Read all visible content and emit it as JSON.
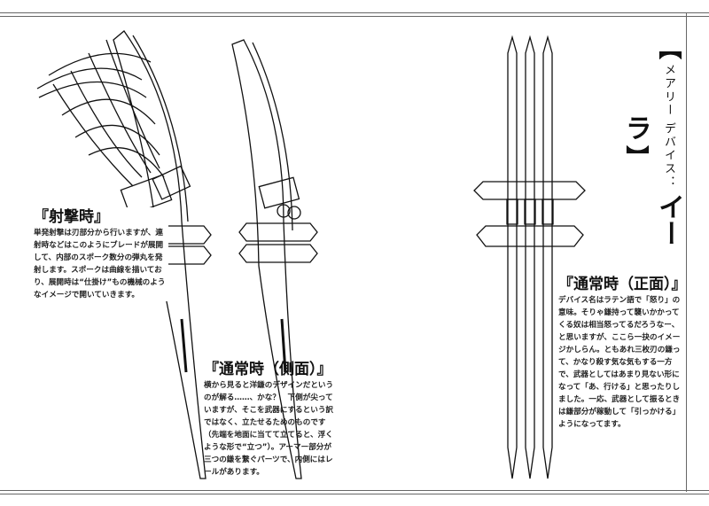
{
  "header": {
    "bracket_open": "【",
    "subtitle": "メアリー デバイス：",
    "name": "イーラ",
    "bracket_close": "】"
  },
  "sections": {
    "firing": {
      "title": "『射撃時』",
      "body": "単発射撃は刃部分から行いますが、連射時などはこのようにブレードが展開して、内部のスポーク数分の弾丸を発射します。スポークは曲線を描いており、展開時は“仕掛け”もの機械のようなイメージで開いていきます。"
    },
    "side": {
      "title": "『通常時（側面）』",
      "body": "横から見ると洋鎌のデザインだというのが解る……、かな？　下側が尖っていますが、そこを武器にするという訳ではなく、立たせるためのものです（先端を地面に当てて立てると、浮くような形で“立つ”）。アーマー部分が三つの鎌を繋ぐパーツで、内側にはレールがあります。"
    },
    "front": {
      "title": "『通常時（正面）』",
      "body": "デバイス名はラテン語で「怒り」の意味。そりゃ鎌持って襲いかかってくる奴は相当怒ってるだろうなー、と思いますが、ここら一抉のイメージかしらん。ともあれ三枚刃の鎌って、かなり殺す気な気もする一方で、武器としてはあまり見ない形になって「あ、行ける」と思ったりしました。一応、武器として振るときは鎌部分が稼動して「引っかける」ようになってます。"
    }
  }
}
